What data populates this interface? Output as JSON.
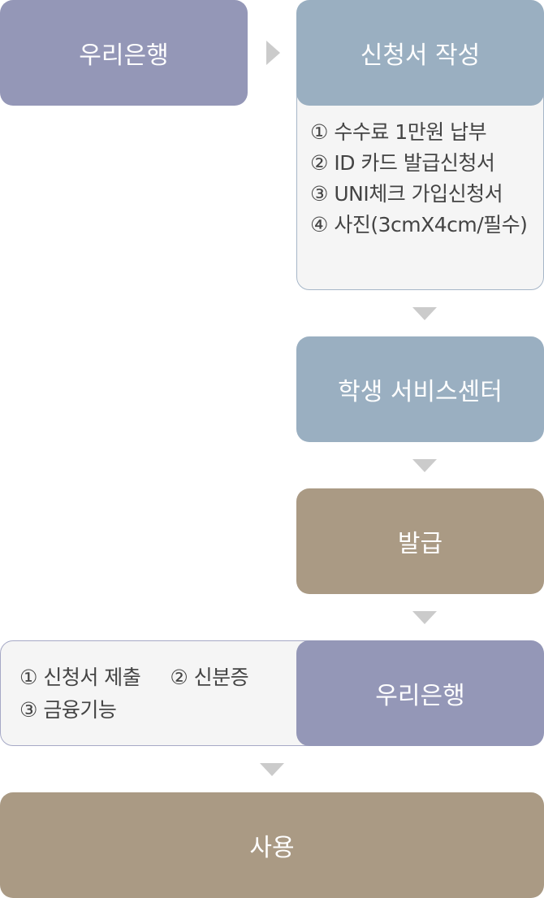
{
  "steps": {
    "bank_top": "우리은행",
    "application": "신청서 작성",
    "service_center": "학생 서비스센터",
    "issue": "발급",
    "bank_bottom": "우리은행",
    "use": "사용"
  },
  "application_items": [
    "① 수수료 1만원 납부",
    "② ID 카드 발급신청서",
    "③ UNI체크 가입신청서",
    "④ 사진(3cmX4cm/필수)"
  ],
  "bank_items": [
    "① 신청서 제출",
    "② 신분증",
    "③ 금융기능"
  ],
  "colors": {
    "bank": "#9497b7",
    "application": "#9aafc1",
    "issue_use": "#aa9a84",
    "arrow": "#cbcbcb"
  }
}
